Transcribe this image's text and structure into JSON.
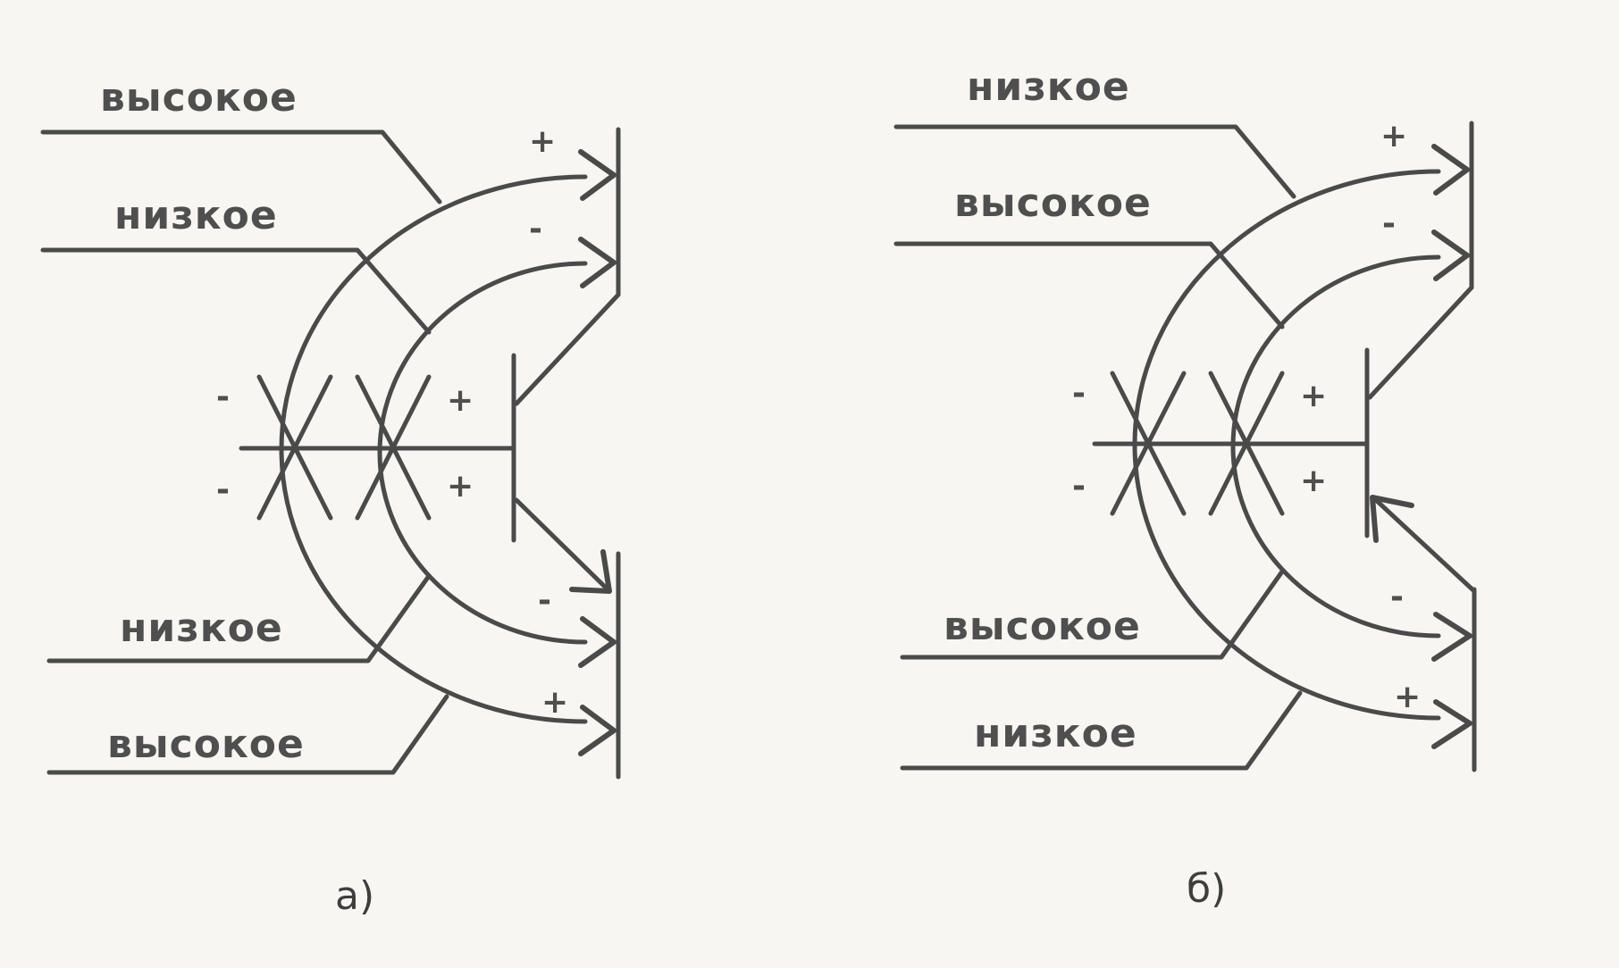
{
  "panel_a": {
    "caption": "а)",
    "labels": {
      "top_outer": "высокое",
      "top_inner": "низкое",
      "bottom_inner": "низкое",
      "bottom_outer": "высокое"
    },
    "signs": {
      "top_outer": "+",
      "top_inner": "-",
      "left_upper": "-",
      "left_lower": "-",
      "right_upper": "+",
      "right_lower": "+",
      "bottom_inner": "-",
      "bottom_outer": "+"
    }
  },
  "panel_b": {
    "caption": "б)",
    "labels": {
      "top_outer": "низкое",
      "top_inner": "высокое",
      "bottom_inner": "высокое",
      "bottom_outer": "низкое"
    },
    "signs": {
      "top_outer": "+",
      "top_inner": "-",
      "left_upper": "-",
      "left_lower": "-",
      "right_upper": "+",
      "right_lower": "+",
      "bottom_inner": "-",
      "bottom_outer": "+"
    }
  }
}
